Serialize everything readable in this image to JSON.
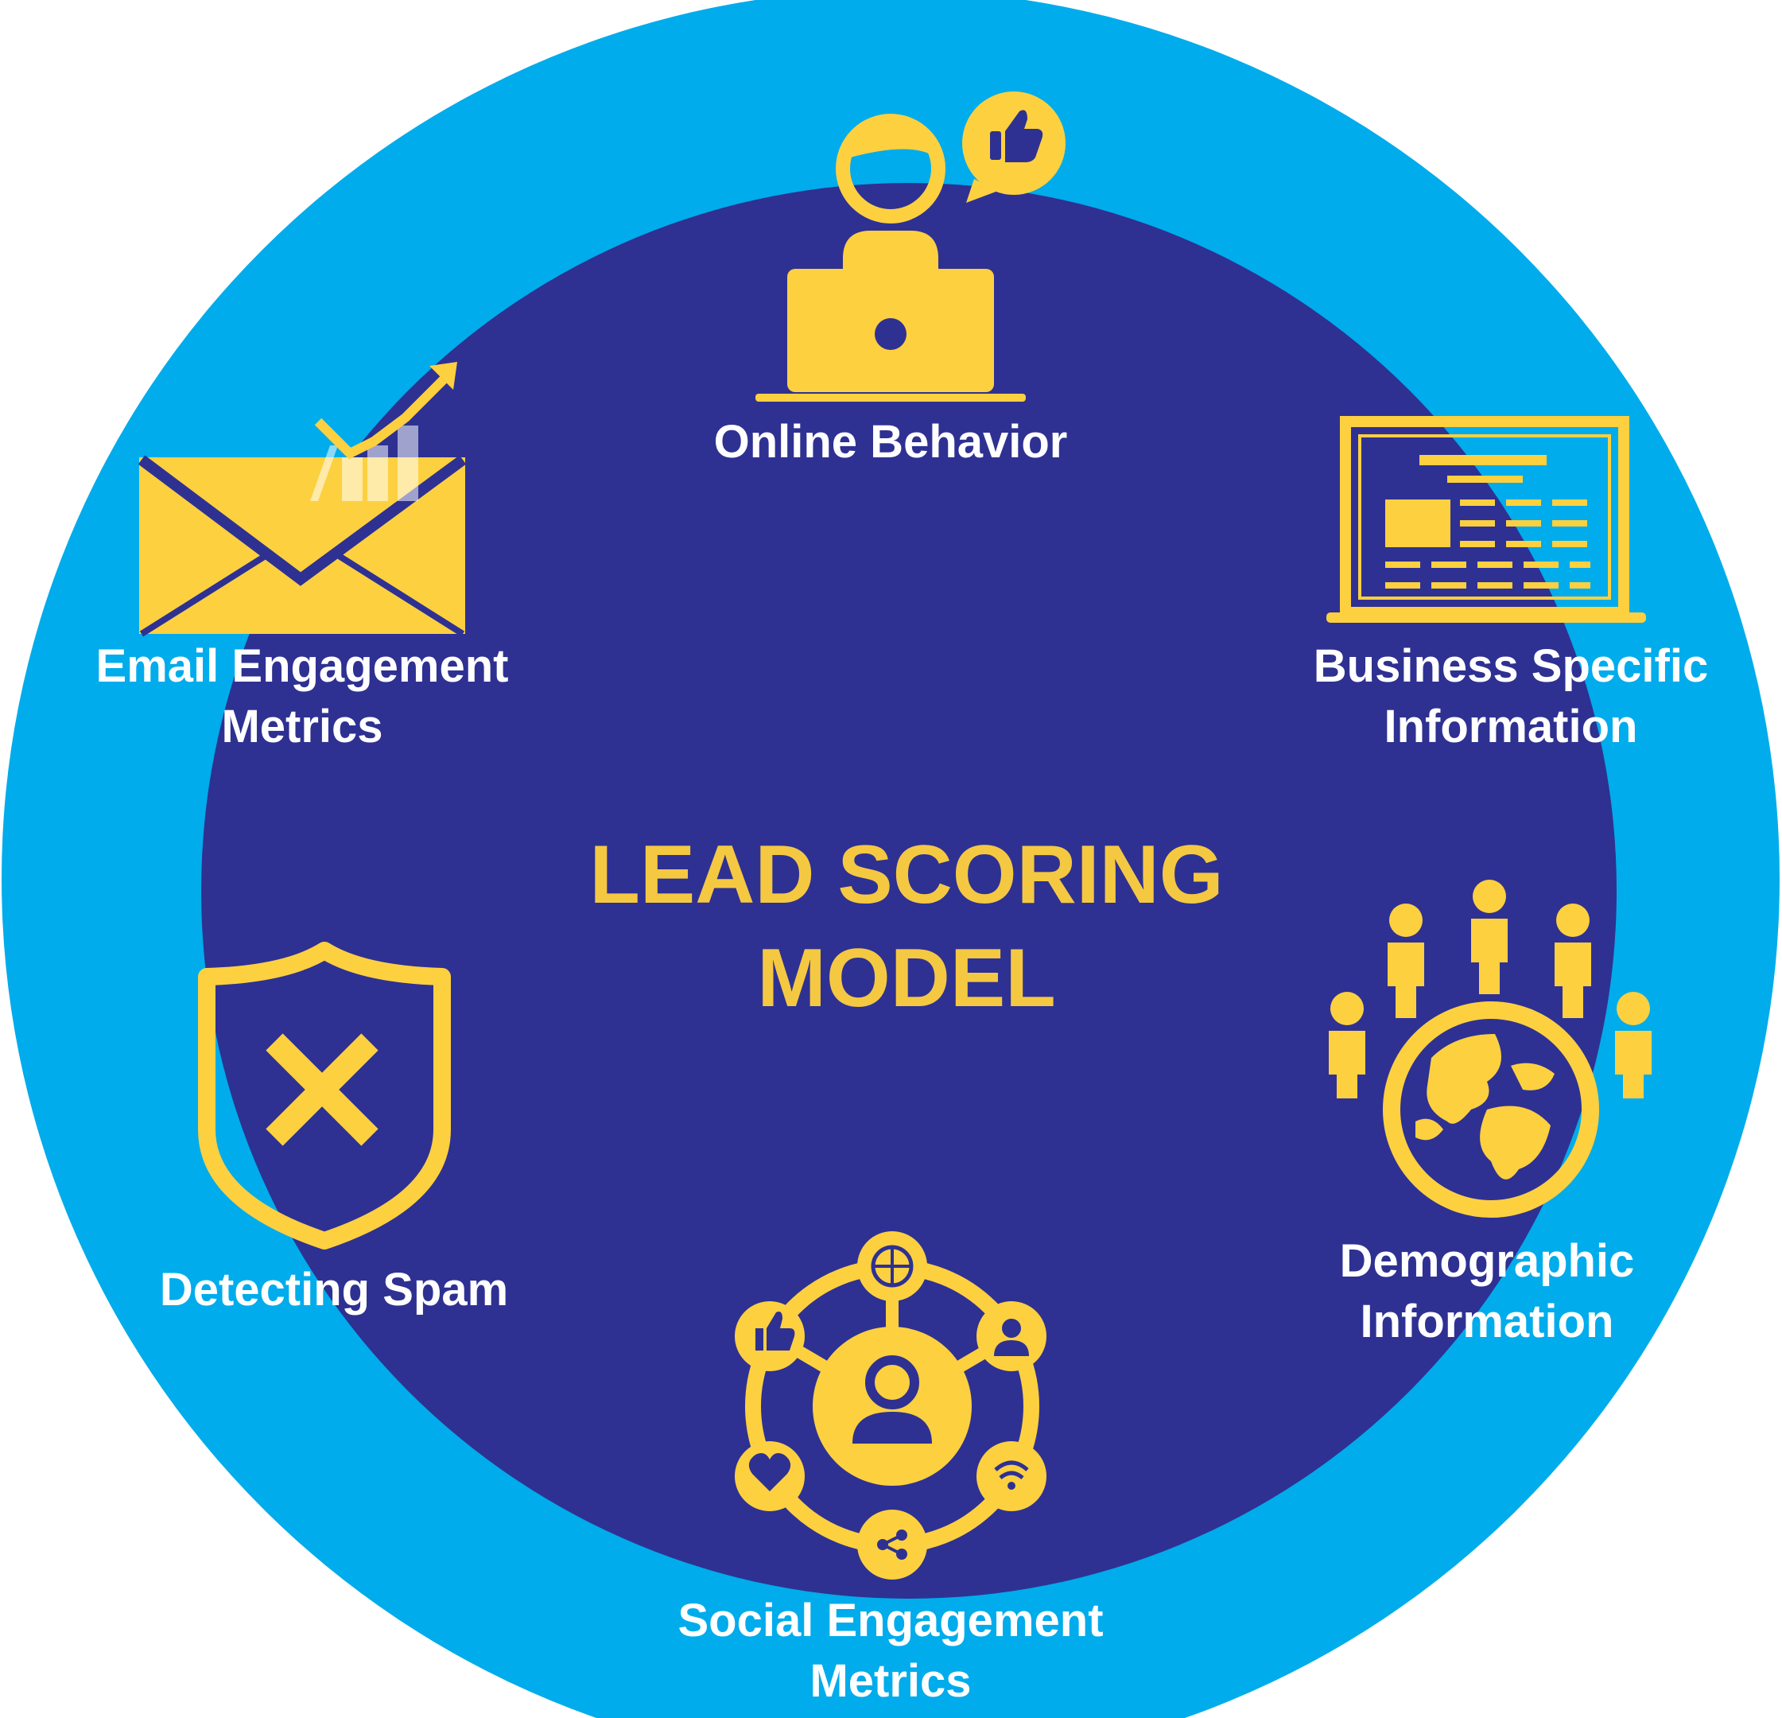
{
  "colors": {
    "outer_ring": "#00ACEB",
    "inner_disc": "#2E3192",
    "accent_yellow": "#FDD040",
    "label_text": "#FFFFFF"
  },
  "center": {
    "line1": "LEAD SCORING",
    "line2": "MODEL"
  },
  "nodes": {
    "online_behavior": {
      "label": "Online Behavior",
      "icon": "user-laptop-like-icon"
    },
    "business_info": {
      "line1": "Business Specific",
      "line2": "Information",
      "icon": "laptop-document-icon"
    },
    "demographic": {
      "line1": "Demographic",
      "line2": "Information",
      "icon": "globe-people-icon"
    },
    "social": {
      "line1": "Social Engagement",
      "line2": "Metrics",
      "icon": "social-network-icon"
    },
    "spam": {
      "label": "Detecting Spam",
      "icon": "shield-x-icon"
    },
    "email": {
      "line1": "Email Engagement",
      "line2": "Metrics",
      "icon": "envelope-growth-icon"
    }
  }
}
